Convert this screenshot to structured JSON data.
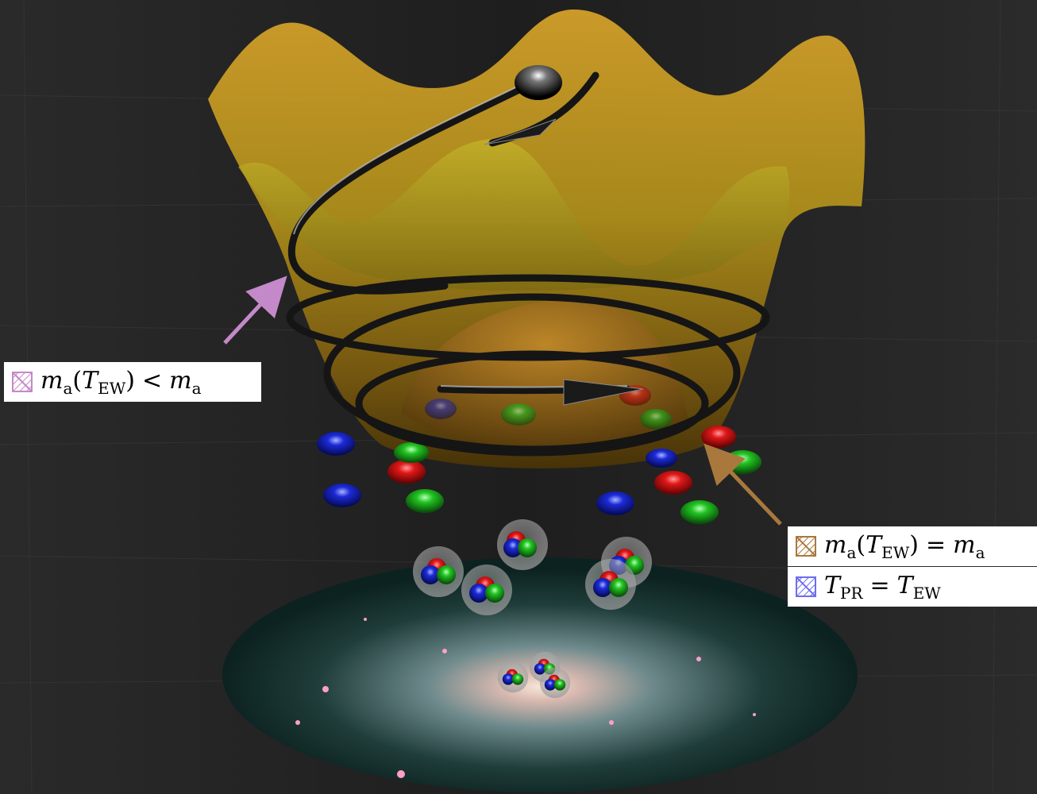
{
  "labels": {
    "left": {
      "m": "m",
      "a": "a",
      "T": "T",
      "sub_T": "EW",
      "rel": "<",
      "rhs_m": "m",
      "rhs_sub": "a"
    },
    "right_top": {
      "m": "m",
      "a": "a",
      "T": "T",
      "sub_T": "EW",
      "rel": "=",
      "rhs_m": "m",
      "rhs_sub": "a"
    },
    "right_bottom": {
      "T": "T",
      "sub_T": "PR",
      "rel": "=",
      "rhs_T": "T",
      "rhs_sub": "EW"
    }
  },
  "colors": {
    "background": "#1c1c1c",
    "potential_surface": "#c49a1c",
    "arrow_left": "#c489c8",
    "arrow_right": "#a9783c",
    "swatch_left": "#c489c8",
    "swatch_right_top": "#a9783c",
    "swatch_right_bottom": "#6d6df0",
    "quark_red": "#e01818",
    "quark_green": "#22c422",
    "quark_blue": "#1c2ad8"
  }
}
